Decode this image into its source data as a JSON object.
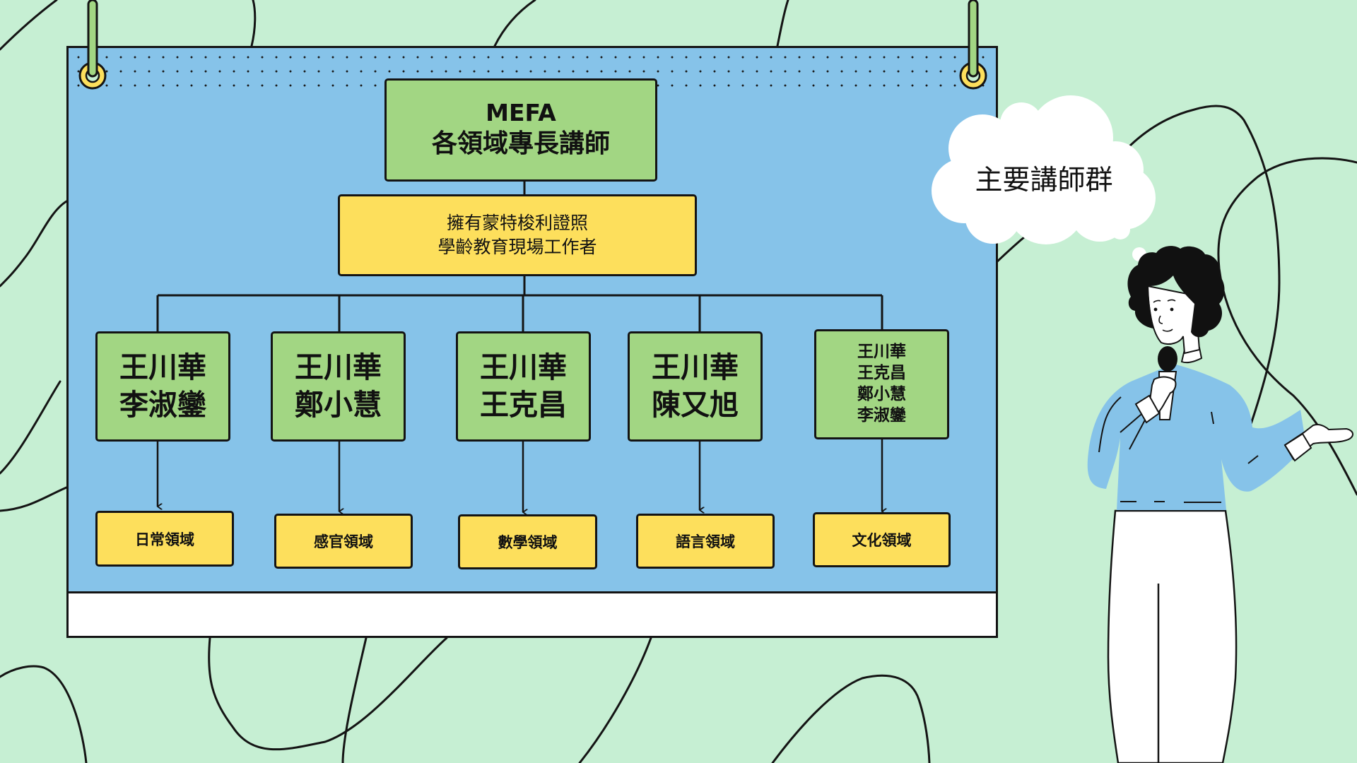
{
  "colors": {
    "background": "#C6EFD3",
    "board": "#86C3E9",
    "green_box": "#A2D683",
    "yellow_box": "#FDDF5C",
    "outline": "#141414",
    "sweater": "#86C3E9"
  },
  "chart": {
    "root": {
      "title_en": "MEFA",
      "title_zh": "各領域專長講師"
    },
    "qualification": {
      "line1": "擁有蒙特梭利證照",
      "line2": "學齡教育現場工作者"
    },
    "branches": [
      {
        "instructors": [
          "王川華",
          "李淑鑾"
        ],
        "domain": "日常領域"
      },
      {
        "instructors": [
          "王川華",
          "鄭小慧"
        ],
        "domain": "感官領域"
      },
      {
        "instructors": [
          "王川華",
          "王克昌"
        ],
        "domain": "數學領域"
      },
      {
        "instructors": [
          "王川華",
          "陳又旭"
        ],
        "domain": "語言領域"
      },
      {
        "instructors": [
          "王川華",
          "王克昌",
          "鄭小慧",
          "李淑鑾"
        ],
        "domain": "文化領域"
      }
    ]
  },
  "speech_bubble": {
    "text": "主要講師群"
  },
  "icons": {
    "speaker": "presenter-with-microphone-illustration",
    "bubble": "thought-cloud-icon",
    "hanger": "grommet-hanger-icon"
  }
}
